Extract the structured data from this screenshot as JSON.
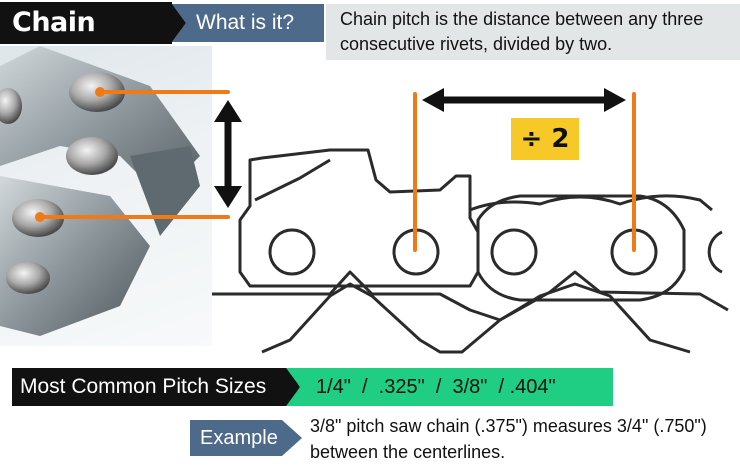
{
  "header": {
    "title": "Chain Pitch",
    "subtitle": "What is it?",
    "description": "Chain pitch is the distance between any three consecutive rivets, divided by two."
  },
  "diagram": {
    "divide_label": "÷ 2",
    "colors": {
      "measure_line": "#f07a18",
      "arrow": "#111111",
      "badge": "#f6c928",
      "outline": "#2b2b2b"
    }
  },
  "pitch": {
    "label": "Most Common Pitch Sizes",
    "values": "1/4\"  /  .325\"  /  3/8\"  / .404\""
  },
  "example": {
    "label": "Example",
    "text": "3/8\" pitch saw chain (.375\") measures 3/4\" (.750\") between the centerlines."
  }
}
